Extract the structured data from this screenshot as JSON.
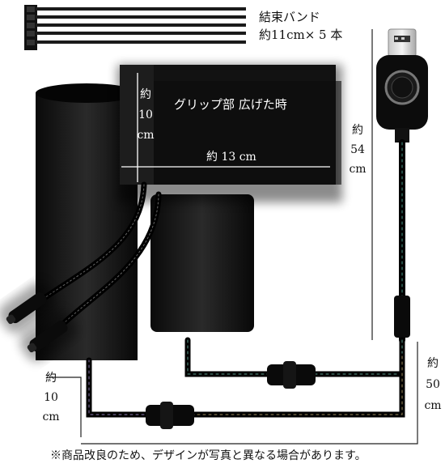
{
  "cable_tie": {
    "label_line1": "結束バンド",
    "label_line2": "約11cm× 5 本"
  },
  "grip_sheet": {
    "title": "グリップ部 広げた時",
    "height_label_line1": "約",
    "height_label_line2": "10",
    "height_label_line3": "cm",
    "width_label": "約 13 cm"
  },
  "usb_cable": {
    "length_label_line1": "約",
    "length_label_line2": "54",
    "length_label_line3": "cm"
  },
  "branch_cable": {
    "length_label_line1": "約",
    "length_label_line2": "50",
    "length_label_line3": "cm"
  },
  "lead_cable": {
    "length_label_line1": "約",
    "length_label_line2": "10",
    "length_label_line3": "cm"
  },
  "footnote": "※商品改良のため、デザインが写真と異なる場合があります。"
}
